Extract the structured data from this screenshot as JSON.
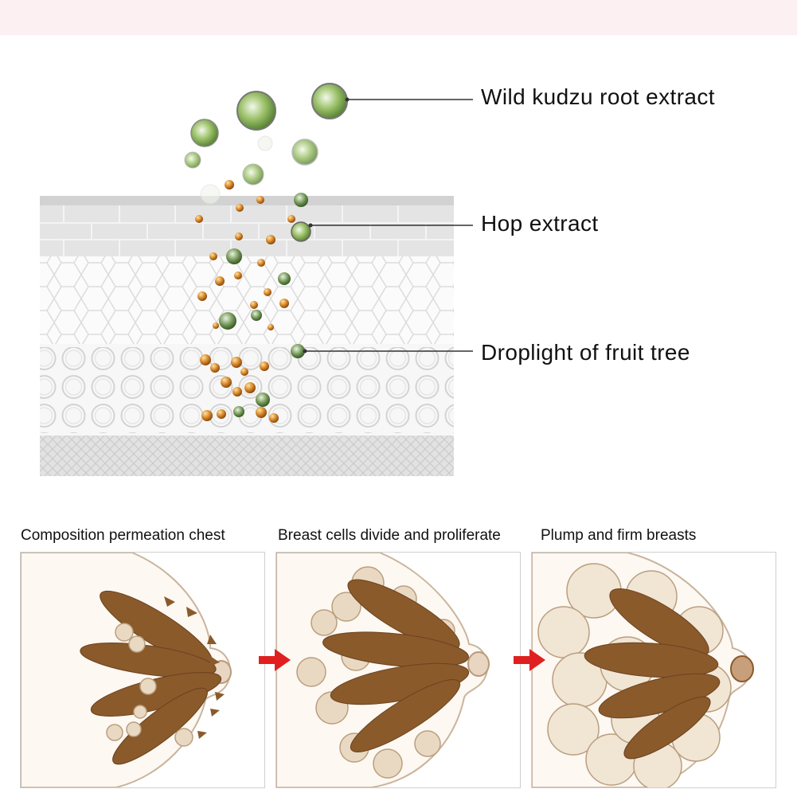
{
  "callouts": [
    {
      "label": "Wild kudzu root extract"
    },
    {
      "label": "Hop extract"
    },
    {
      "label": "Droplight of fruit tree"
    }
  ],
  "stages": [
    {
      "caption": "Composition permeation chest"
    },
    {
      "caption": "Breast cells divide and proliferate"
    },
    {
      "caption": "Plump and firm breasts"
    }
  ],
  "colors": {
    "band": "#fdf0f2",
    "leaf": "#8a5a2b",
    "cell": "#d9c4a6",
    "arrow": "#e02020",
    "droplet_orange": "#d88a2a",
    "droplet_green": "#6a8f4e"
  }
}
